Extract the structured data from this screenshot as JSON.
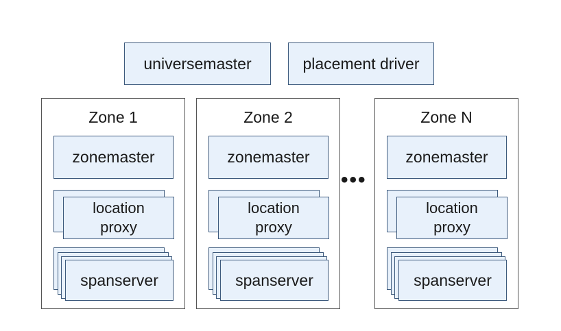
{
  "top": {
    "universemaster_label": "universemaster",
    "placement_driver_label": "placement driver"
  },
  "zones": [
    {
      "title": "Zone 1",
      "zonemaster": "zonemaster",
      "location_proxy": "location\nproxy",
      "spanserver": "spanserver"
    },
    {
      "title": "Zone 2",
      "zonemaster": "zonemaster",
      "location_proxy": "location\nproxy",
      "spanserver": "spanserver"
    },
    {
      "title": "Zone N",
      "zonemaster": "zonemaster",
      "location_proxy": "location\nproxy",
      "spanserver": "spanserver"
    }
  ],
  "ellipsis": "•••",
  "colors": {
    "box_fill": "#e8f1fb",
    "box_border": "#3d5a7d",
    "zone_border": "#555555"
  }
}
